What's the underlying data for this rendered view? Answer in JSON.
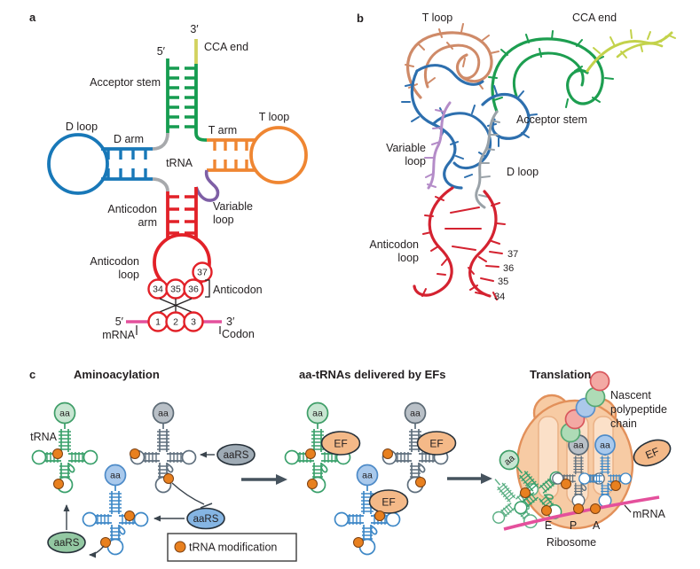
{
  "figure": {
    "panel_a_letter": "a",
    "panel_b_letter": "b",
    "panel_c_letter": "c"
  },
  "colors": {
    "acceptor_green": "#169c50",
    "cca_yellow": "#d2d25e",
    "d_blue": "#1878b8",
    "t_orange": "#ef8632",
    "anticodon_red": "#e22128",
    "variable_purple": "#7e5fa5",
    "connector_gray": "#a7a9ac",
    "mrna_pink": "#e4509c",
    "b_tloop_salmon": "#cf8a68",
    "b_acceptor_green": "#1d9e50",
    "b_cca_yellow": "#c3d24b",
    "b_d_blue": "#2d6fae",
    "b_variable_lilac": "#b48cc8",
    "b_gray": "#9aa2a8",
    "b_anticodon_red": "#d42230",
    "icon_green": "#3aa06b",
    "icon_gray": "#5f6f7d",
    "icon_blue": "#3e88c7",
    "aa_green_fill": "#c8e6d2",
    "aa_gray_fill": "#b9c0c7",
    "aa_blue_fill": "#a9c9ec",
    "aars_green_fill": "#93c8a2",
    "aars_gray_fill": "#9fabb5",
    "aars_blue_fill": "#85b5e3",
    "ef_fill": "#f4b988",
    "modification_orange": "#e8801f",
    "ribosome_fill": "#f7cba4",
    "ribosome_stroke": "#e2905a",
    "nascent_red": "#f3a9a4",
    "nascent_green": "#aedbb6",
    "nascent_blue": "#abc8ea",
    "arrow_dark": "#46535e",
    "text_dark": "#231f20"
  },
  "panel_a": {
    "labels": {
      "three_prime": "3′",
      "cca_end": "CCA end",
      "five_prime": "5′",
      "acceptor_stem": "Acceptor stem",
      "d_loop": "D loop",
      "d_arm": "D arm",
      "t_arm": "T arm",
      "t_loop": "T loop",
      "trna": "tRNA",
      "anticodon_arm_1": "Anticodon",
      "anticodon_arm_2": "arm",
      "variable_loop_1": "Variable",
      "variable_loop_2": "loop",
      "anticodon_loop_1": "Anticodon",
      "anticodon_loop_2": "loop",
      "anticodon": "Anticodon",
      "mrna_five_prime": "5′",
      "mrna_three_prime": "3′",
      "mrna": "mRNA",
      "codon": "Codon"
    },
    "anticodon_positions": [
      "34",
      "35",
      "36",
      "37"
    ],
    "codon_positions": [
      "1",
      "2",
      "3"
    ]
  },
  "panel_b": {
    "labels": {
      "t_loop": "T loop",
      "cca_end": "CCA end",
      "acceptor_stem": "Acceptor stem",
      "variable_loop_1": "Variable",
      "variable_loop_2": "loop",
      "d_loop": "D loop",
      "anticodon_loop_1": "Anticodon",
      "anticodon_loop_2": "loop"
    },
    "residue_numbers": [
      "37",
      "36",
      "35",
      "34"
    ]
  },
  "panel_c": {
    "section_titles": [
      "Aminoacylation",
      "aa-tRNAs delivered by EFs",
      "Translation"
    ],
    "labels": {
      "trna": "tRNA",
      "aa": "aa",
      "aars": "aaRS",
      "ef": "EF",
      "legend": "tRNA modification",
      "nascent_1": "Nascent",
      "nascent_2": "polypeptide",
      "nascent_3": "chain",
      "mrna": "mRNA",
      "site_e": "E",
      "site_p": "P",
      "site_a": "A",
      "ribosome": "Ribosome"
    }
  }
}
